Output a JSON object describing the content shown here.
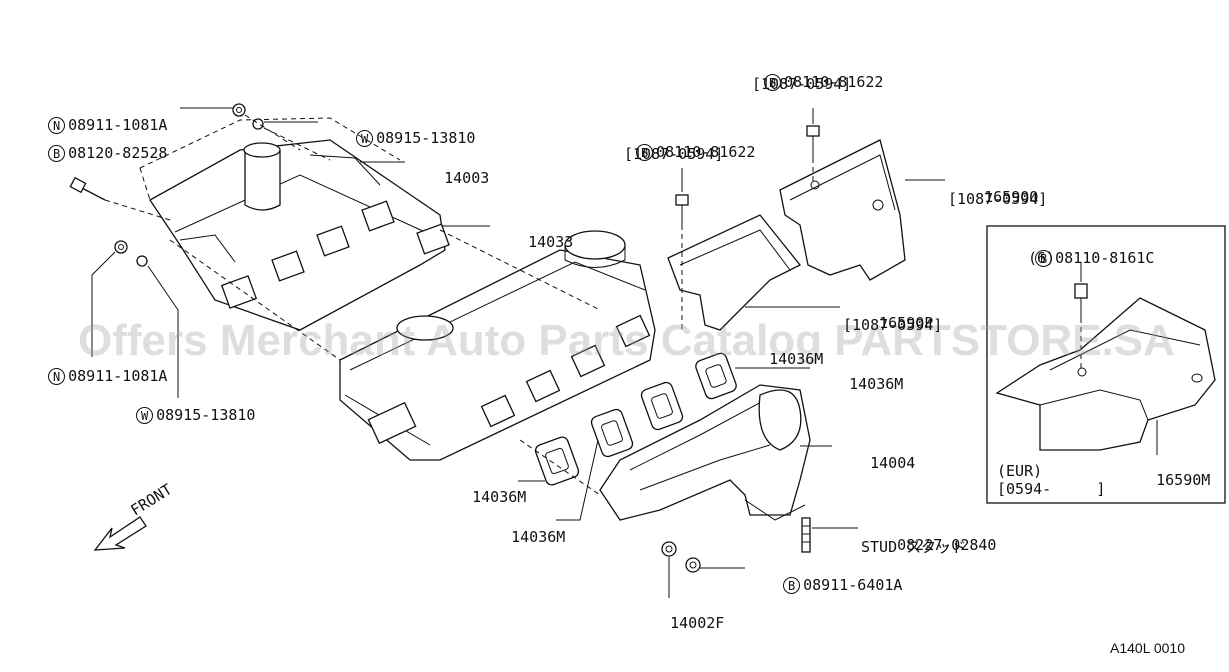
{
  "diagram_code": "A140L 0010",
  "watermark": "Offers Merchant Auto Parts Catalog PARTSTORE.SA",
  "front_label": "FRONT",
  "labels": {
    "n1": {
      "symbol": "N",
      "code": "08911-1081A"
    },
    "b1": {
      "symbol": "B",
      "code": "08120-82528"
    },
    "w1": {
      "symbol": "W",
      "code": "08915-13810"
    },
    "p14003": {
      "code": "14003"
    },
    "p14033": {
      "code": "14033"
    },
    "n2": {
      "symbol": "N",
      "code": "08911-1081A"
    },
    "w2": {
      "symbol": "W",
      "code": "08915-13810"
    },
    "b2": {
      "symbol": "B",
      "code": "08110-81622",
      "note": "[1087-0594]"
    },
    "b3": {
      "symbol": "B",
      "code": "08110-81622",
      "note": "[1087-0594]"
    },
    "p16590q": {
      "code": "16590Q",
      "note": "[1087-0594]"
    },
    "p16590p": {
      "code": "16590P",
      "note": "[1087-0594]"
    },
    "p14036m_a": {
      "code": "14036M"
    },
    "p14036m_b": {
      "code": "14036M"
    },
    "p14036m_c": {
      "code": "14036M"
    },
    "p14036m_d": {
      "code": "14036M"
    },
    "p14004": {
      "code": "14004"
    },
    "stud": {
      "code": "08227-02840",
      "note": "STUD スタッド"
    },
    "b4": {
      "symbol": "B",
      "code": "08911-6401A"
    },
    "p14002f": {
      "code": "14002F"
    }
  },
  "inset": {
    "bolt": {
      "symbol": "B",
      "code": "08110-8161C",
      "qty": "(6)"
    },
    "part": {
      "code": "16590M"
    },
    "market": "(EUR)",
    "range": "[0594-     ]"
  }
}
